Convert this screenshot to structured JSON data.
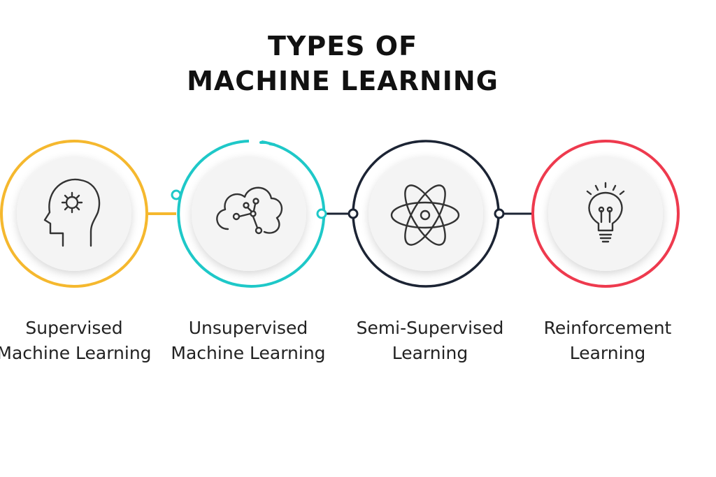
{
  "title": {
    "line1": "TYPES OF",
    "line2": "MACHINE LEARNING"
  },
  "colors": {
    "supervised": "#F5B82E",
    "unsupervised": "#1EC8C8",
    "semi_supervised": "#1C2434",
    "reinforcement": "#EE3A4E",
    "icon_stroke": "#333333",
    "inner_fill": "#F4F4F4"
  },
  "items": [
    {
      "line1": "Supervised",
      "line2": "Machine Learning",
      "icon": "head-gear-icon",
      "color": "#F5B82E"
    },
    {
      "line1": "Unsupervised",
      "line2": "Machine Learning",
      "icon": "cloud-network-icon",
      "color": "#1EC8C8"
    },
    {
      "line1": "Semi-Supervised",
      "line2": "Learning",
      "icon": "atom-icon",
      "color": "#1C2434"
    },
    {
      "line1": "Reinforcement",
      "line2": "Learning",
      "icon": "lightbulb-icon",
      "color": "#EE3A4E"
    }
  ]
}
